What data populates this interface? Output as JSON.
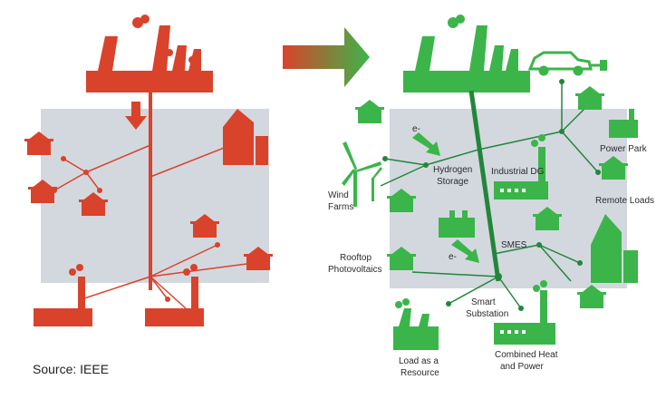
{
  "source": "Source: IEEE",
  "colors": {
    "traditional": "#d9432b",
    "smart": "#3bb54a",
    "smart_dark": "#22863a",
    "panel": "#d3d8df"
  },
  "labels": {
    "hydrogen": [
      "Hydrogen",
      "Storage"
    ],
    "industrial": "Industrial DG",
    "power_park": "Power Park",
    "remote_loads": "Remote Loads",
    "wind": [
      "Wind",
      "Farms"
    ],
    "smes": "SMES",
    "rooftop": [
      "Rooftop",
      "Photovoltaics"
    ],
    "smart_substation": [
      "Smart",
      "Substation"
    ],
    "load_resource": [
      "Load as a",
      "Resource"
    ],
    "chp": [
      "Combined Heat",
      "and Power"
    ],
    "e1": "e-",
    "e2": "e-"
  }
}
